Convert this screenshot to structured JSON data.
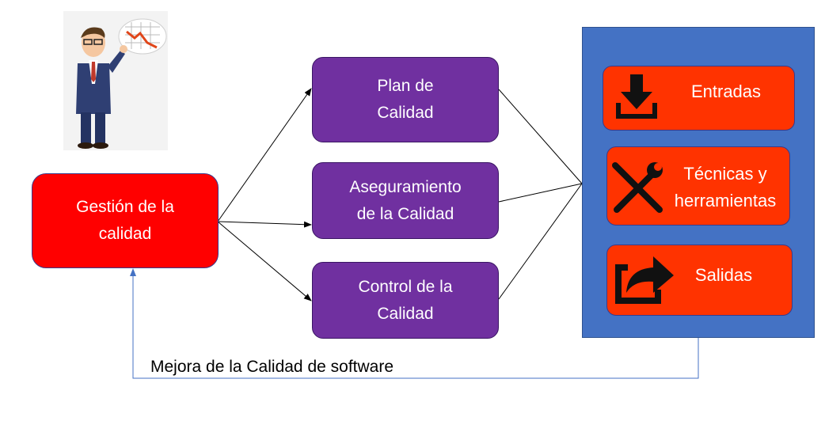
{
  "source": {
    "line1": "Gestión de la",
    "line2": "calidad"
  },
  "processes": [
    {
      "line1": "Plan de",
      "line2": "Calidad"
    },
    {
      "line1": "Aseguramiento",
      "line2": "de la Calidad"
    },
    {
      "line1": "Control  de la",
      "line2": "Calidad"
    }
  ],
  "panel_items": [
    {
      "line1": "Entradas",
      "line2": "",
      "icon": "download-icon"
    },
    {
      "line1": "Técnicas y",
      "line2": "herramientas",
      "icon": "tools-icon"
    },
    {
      "line1": "Salidas",
      "line2": "",
      "icon": "share-arrow-icon"
    }
  ],
  "feedback": {
    "label": "Mejora de la Calidad de software"
  },
  "colors": {
    "source_fill": "#ff0000",
    "process_fill": "#7030a0",
    "panel_fill": "#4472c4",
    "item_fill": "#ff3300"
  }
}
